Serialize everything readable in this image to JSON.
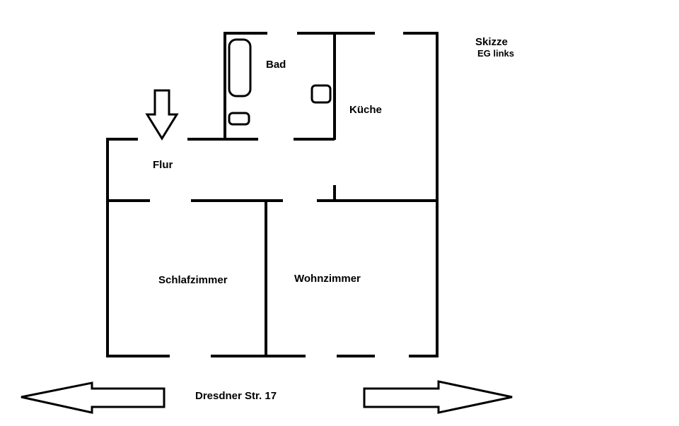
{
  "title": {
    "line1": "Skizze",
    "line2": "EG links"
  },
  "rooms": {
    "bad": "Bad",
    "kueche": "Küche",
    "flur": "Flur",
    "schlafzimmer": "Schlafzimmer",
    "wohnzimmer": "Wohnzimmer"
  },
  "street": "Dresdner Str. 17",
  "icons": {
    "entrance": "arrow-down-icon",
    "street_left": "arrow-left-icon",
    "street_right": "arrow-right-icon",
    "bathtub": "bathtub-icon",
    "toilet": "toilet-icon",
    "sink": "sink-icon"
  },
  "colors": {
    "line": "#000000",
    "background": "#ffffff"
  }
}
